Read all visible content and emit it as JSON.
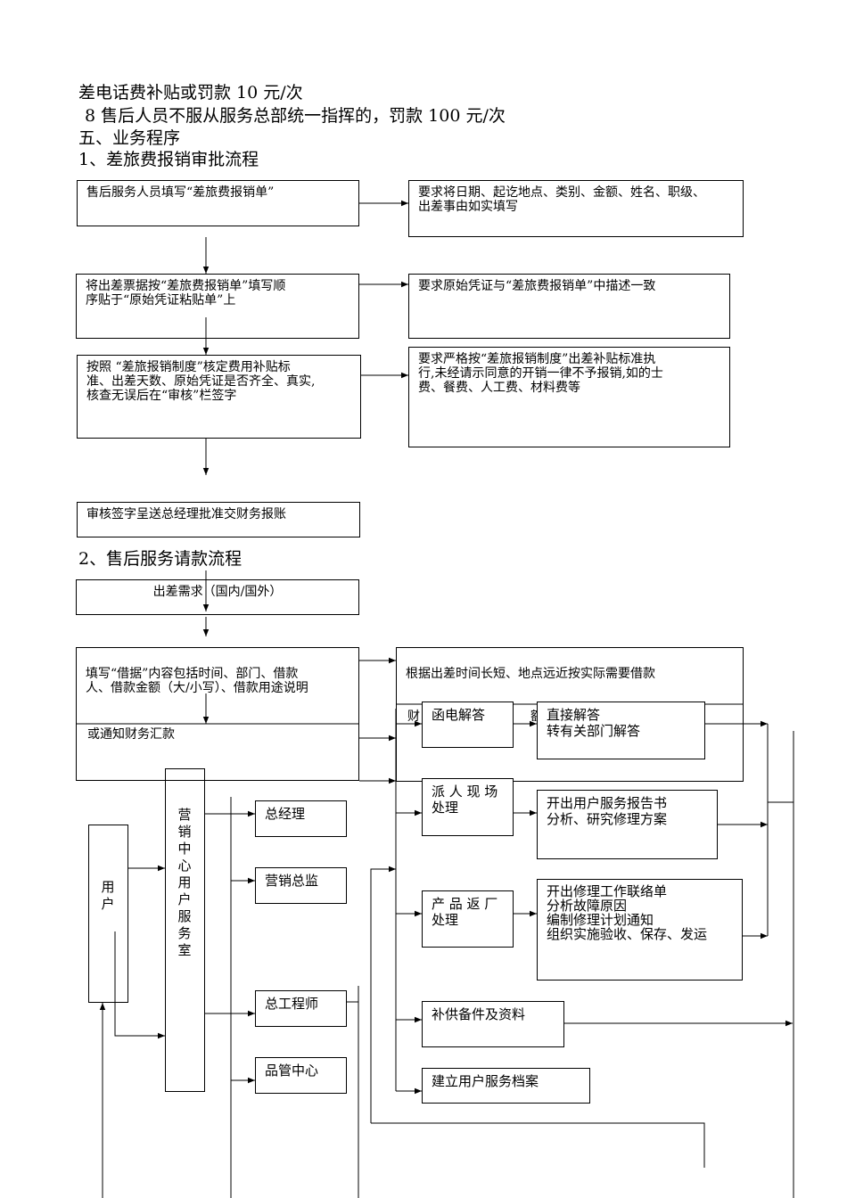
{
  "doc": {
    "line1": "差电话费补贴或罚款 10 元/次",
    "line2": "8 售后人员不服从服务总部统一指挥的，罚款 100 元/次",
    "section5": "五、业务程序",
    "sub1": "1、差旅费报销审批流程",
    "sub2": "2、售后服务请款流程"
  },
  "flow1": {
    "step1": "售后服务人员填写“差旅费报销单”",
    "note1": "要求将日期、起讫地点、类别、金额、姓名、职级、\n出差事由如实填写",
    "step2": "将出差票据按“差旅费报销单”填写顺\n序贴于“原始凭证粘贴单”上",
    "note2": "要求原始凭证与“差旅费报销单”中描述一致",
    "step3": "按照 “差旅报销制度”核定费用补贴标\n准、出差天数、原始凭证是否齐全、真实,\n核查无误后在“审核”栏签字",
    "note3": "要求严格按“差旅报销制度”出差补贴标准执\n行,未经请示同意的开销一律不予报销,如的士\n费、餐费、人工费、材料费等",
    "step4": "审核签字呈送总经理批准交财务报账"
  },
  "flow2": {
    "step1": "出差需求（国内/国外）",
    "step2": "填写“借据”内容包括时间、部门、借款\n人、借款金额（大/小写）、借款用途说明",
    "step2b": "或通知财务汇款",
    "note": "根据出差时间长短、地点远近按实际需要借款",
    "note_partial_left": "财",
    "note_partial_right": "额早"
  },
  "service": {
    "user": "用户",
    "center": "营销中心用户服务室",
    "gm": "总经理",
    "sales_director": "营销总监",
    "chief_engineer": "总工程师",
    "qc_center": "品管中心",
    "phone_answer": "函电解答",
    "phone_detail": "直接解答\n转有关部门解答",
    "onsite": "派 人 现 场\n处理",
    "onsite_detail": "开出用户服务报告书\n分析、研究修理方案",
    "return": "产 品 返 厂\n处理",
    "return_detail": "开出修理工作联络单\n分析故障原因\n编制修理计划通知\n组织实施验收、保存、发运",
    "spare": "补供备件及资料",
    "archive": "建立用户服务档案"
  }
}
